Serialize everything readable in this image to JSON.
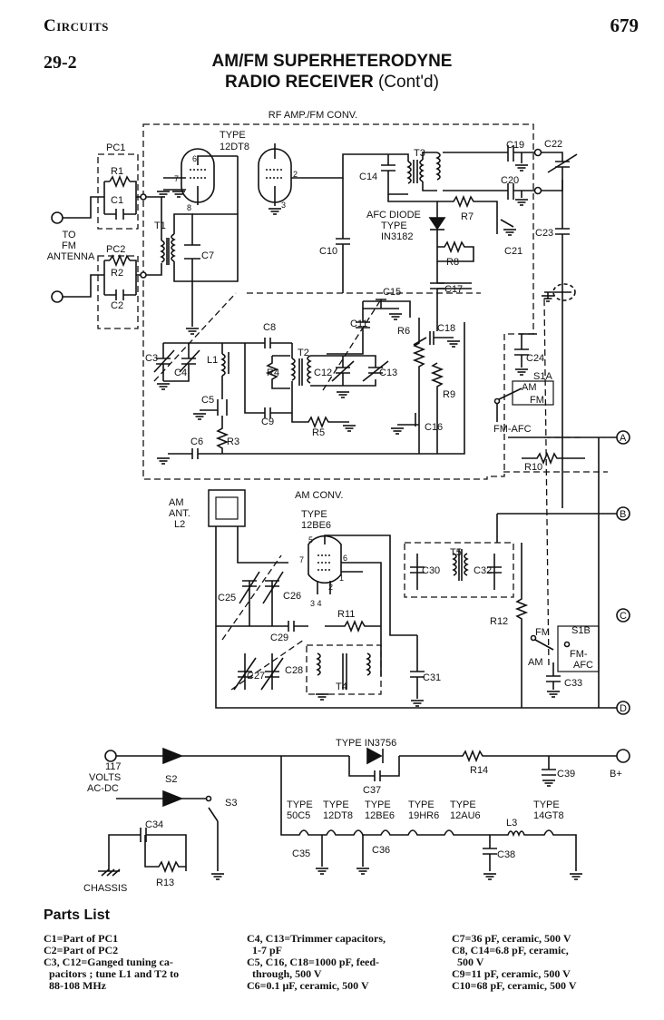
{
  "header": {
    "section": "Circuits",
    "page_number": "679"
  },
  "figure": {
    "number": "29-2",
    "title_line1": "AM/FM SUPERHETERODYNE",
    "title_line2": "RADIO RECEIVER",
    "title_cont": "(Cont'd)"
  },
  "sections": {
    "rf": "RF AMP./FM CONV.",
    "am": "AM CONV."
  },
  "labels": {
    "type1": "TYPE",
    "tube1": "12DT8",
    "type2": "TYPE",
    "tube2": "12BE6",
    "afc1": "AFC DIODE",
    "afc2": "TYPE",
    "afc3": "IN3182",
    "to": "TO",
    "fm": "FM",
    "antenna": "ANTENNA",
    "pc1": "PC1",
    "pc2": "PC2",
    "r1": "R1",
    "c1": "C1",
    "r2": "R2",
    "c2": "C2",
    "t1": "T1",
    "c7": "C7",
    "c3": "C3",
    "c4": "C4",
    "l1": "L1",
    "c5": "C5",
    "r3": "R3",
    "c6": "C6",
    "c8": "C8",
    "t2": "T2",
    "r4": "R4",
    "c12": "C12",
    "c13": "C13",
    "c9": "C9",
    "r5": "R5",
    "c10": "C10",
    "c11": "C11",
    "c14": "C14",
    "t3": "T3",
    "c15": "C15",
    "r6": "R6",
    "c16": "C16",
    "c17": "C17",
    "c18": "C18",
    "r7": "R7",
    "r8": "R8",
    "r9": "R9",
    "c19": "C19",
    "c20": "C20",
    "c21": "C21",
    "c22": "C22",
    "c23": "C23",
    "c24": "C24",
    "s1a": "S1A",
    "amsw": "AM",
    "fmsw": "FM",
    "fmafc": "FM-AFC",
    "r10": "R10",
    "pA": "A",
    "pB": "B",
    "pC": "C",
    "pD": "D",
    "amant1": "AM",
    "amant2": "ANT.",
    "l2": "L2",
    "c25": "C25",
    "c26": "C26",
    "c29": "C29",
    "r11": "R11",
    "c27": "C27",
    "c28": "C28",
    "t4": "T4",
    "c30": "C30",
    "t5": "T5",
    "c32": "C32",
    "c31": "C31",
    "r12": "R12",
    "fm2": "FM",
    "s1b": "S1B",
    "fmafc2a": "FM-",
    "fmafc2b": "AFC",
    "am2": "AM",
    "c33": "C33",
    "pin7a": "7",
    "pin6a": "6",
    "pin8": "8",
    "pin2a": "2",
    "pin3a": "3",
    "pin5": "5",
    "pin7b": "7",
    "pin6b": "6",
    "pin1": "1",
    "pin2b": "2",
    "pin34": "3 4",
    "diode": "TYPE IN3756",
    "v117": "117",
    "volts": "VOLTS",
    "acdc": "AC-DC",
    "s2": "S2",
    "s3": "S3",
    "r14": "R14",
    "c39": "C39",
    "bplus": "B+",
    "c37": "C37",
    "c34": "C34",
    "chassis": "CHASSIS",
    "r13": "R13",
    "ht1a": "TYPE",
    "ht1b": "50C5",
    "ht2a": "TYPE",
    "ht2b": "12DT8",
    "ht3a": "TYPE",
    "ht3b": "12BE6",
    "ht4a": "TYPE",
    "ht4b": "19HR6",
    "ht5a": "TYPE",
    "ht5b": "12AU6",
    "ht6a": "TYPE",
    "ht6b": "14GT8",
    "l3": "L3",
    "c35": "C35",
    "c36": "C36",
    "c38": "C38"
  },
  "parts_list": {
    "heading": "Parts List",
    "col1": [
      "C1=Part of PC1",
      "C2=Part of PC2",
      "C3, C12=Ganged tuning ca-",
      "  pacitors ; tune L1 and T2 to",
      "  88-108 MHz"
    ],
    "col2": [
      "C4, C13=Trimmer capacitors,",
      "  1-7 pF",
      "C5, C16, C18=1000 pF, feed-",
      "  through, 500 V",
      "C6=0.1 μF, ceramic, 500 V"
    ],
    "col3": [
      "C7=36 pF, ceramic, 500 V",
      "C8, C14=6.8 pF, ceramic,",
      "  500 V",
      "C9=11 pF, ceramic, 500 V",
      "C10=68 pF, ceramic, 500 V"
    ]
  }
}
